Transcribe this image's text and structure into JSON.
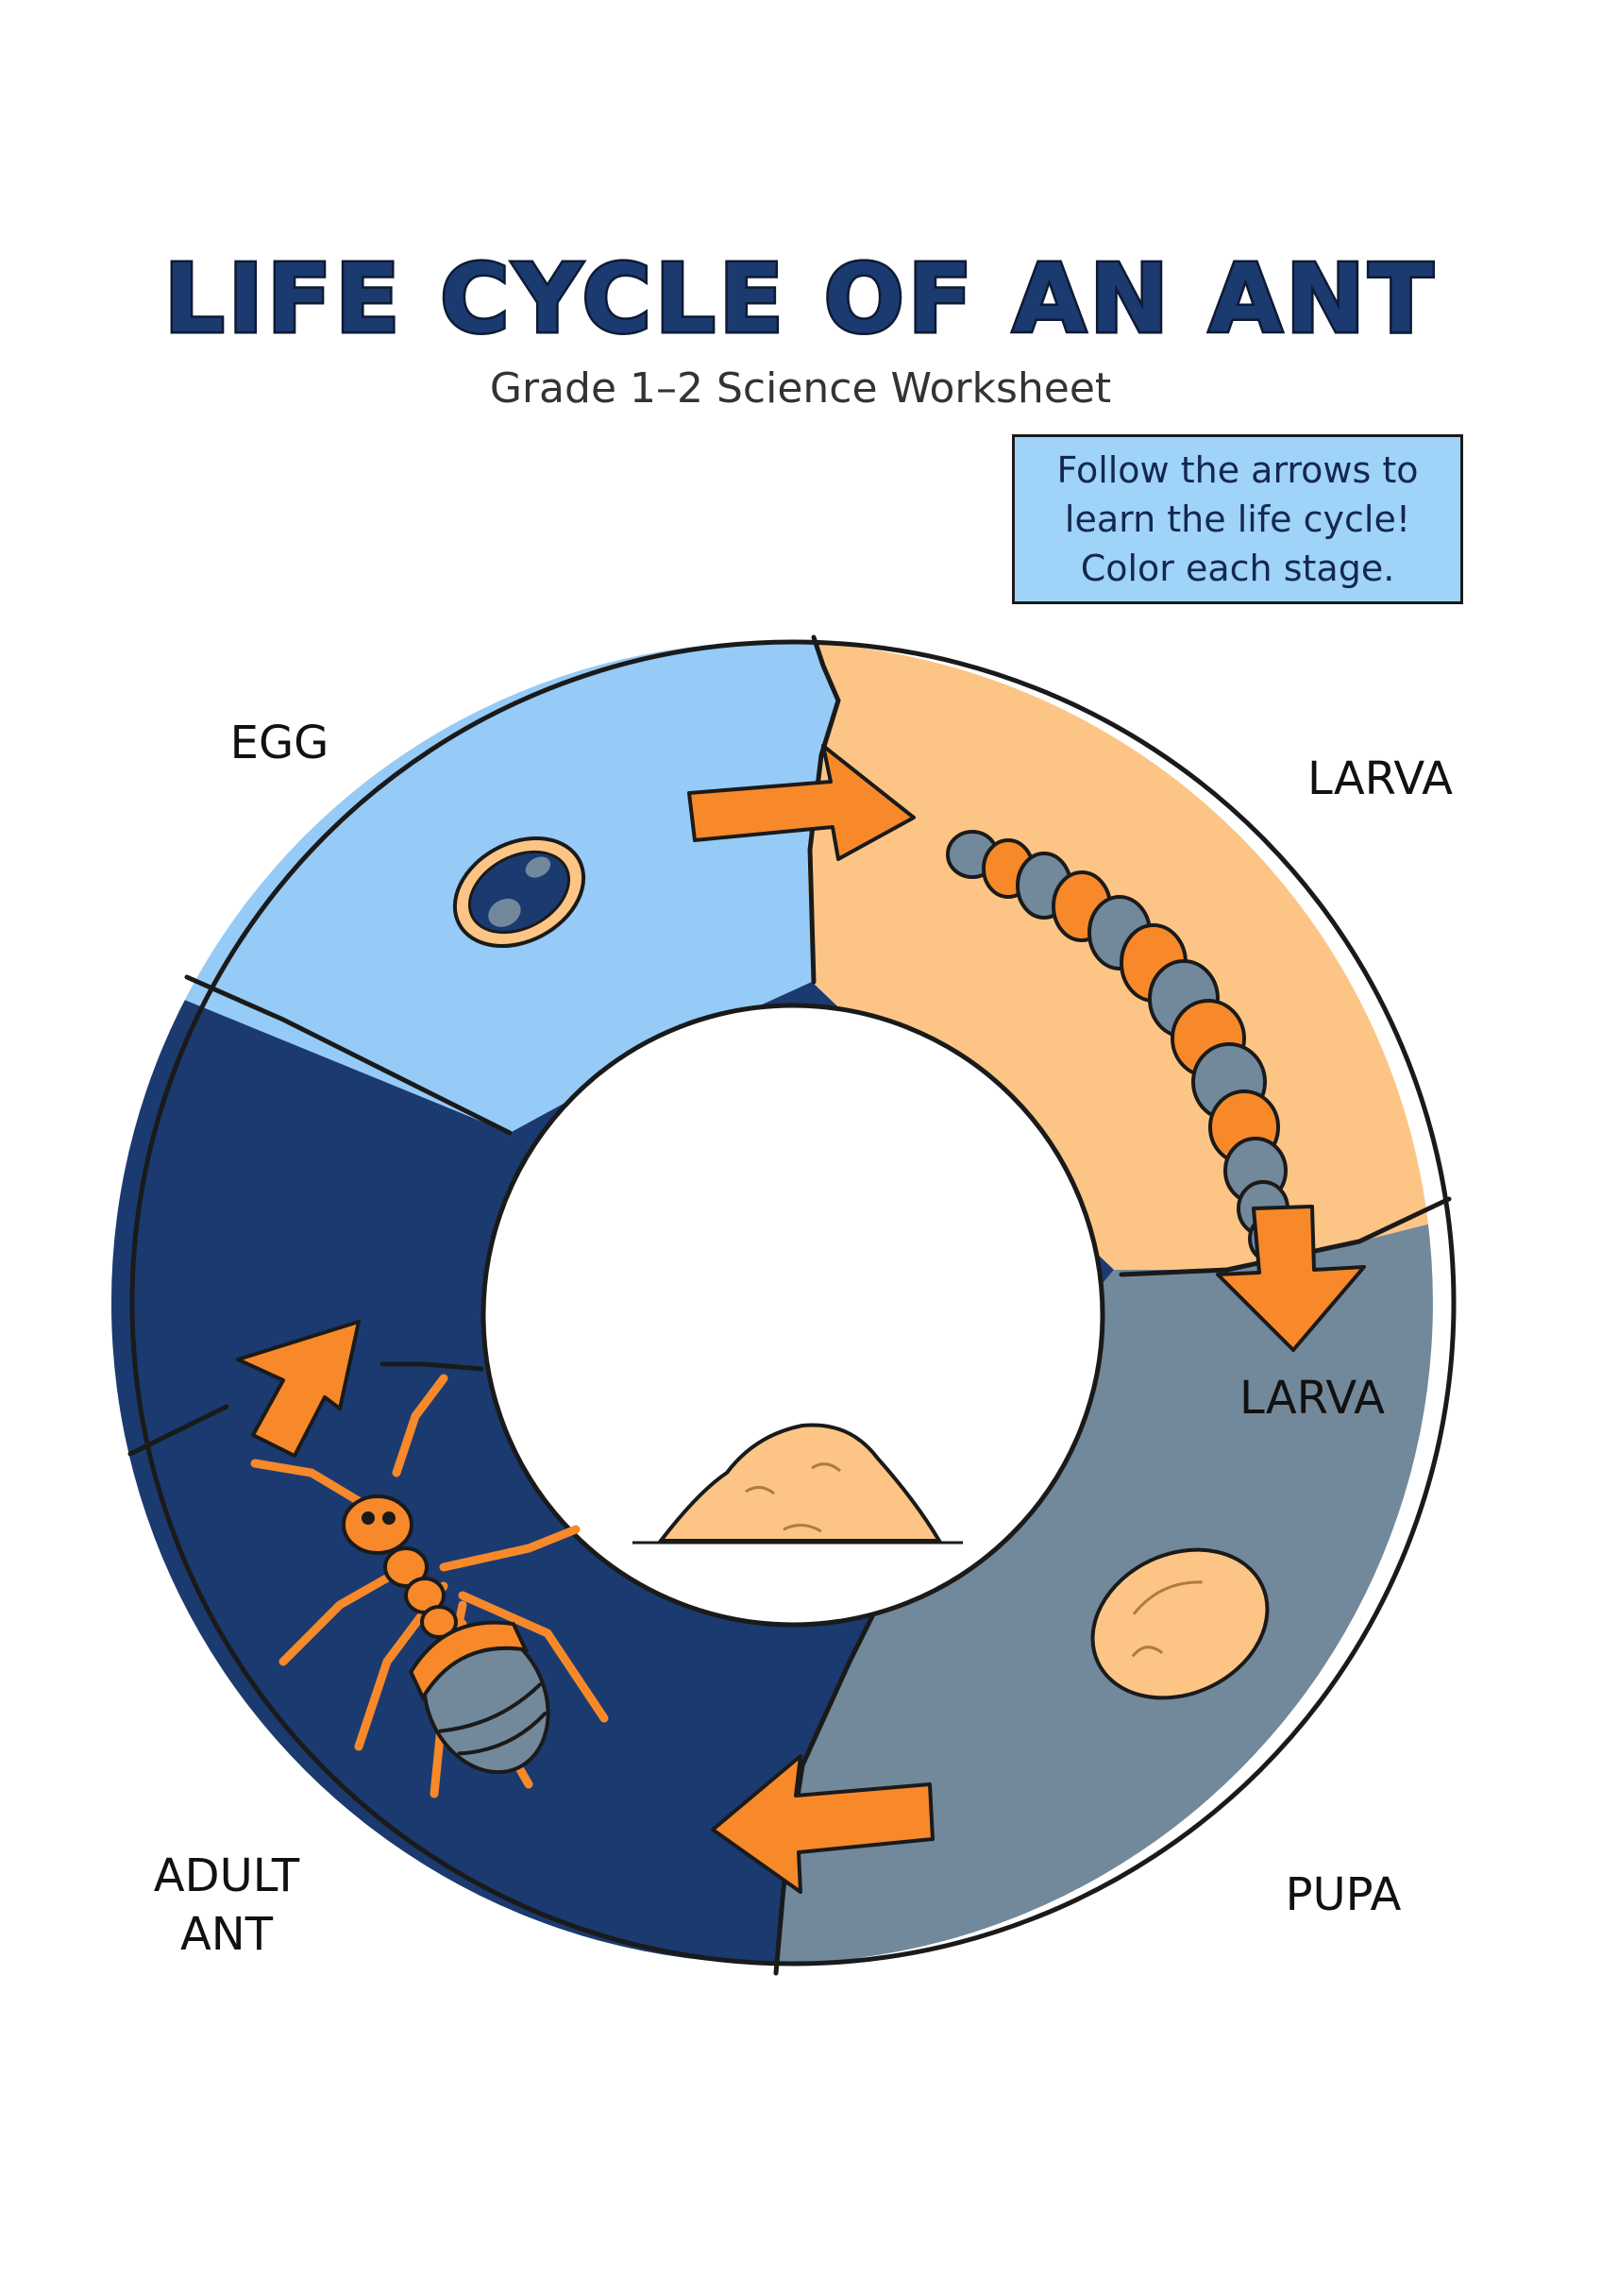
{
  "header": {
    "title": "LIFE CYCLE OF AN ANT",
    "subtitle": "Grade 1–2 Science Worksheet"
  },
  "instruction": {
    "lines": [
      "Follow the arrows to",
      "learn the life cycle!",
      "Color each stage."
    ]
  },
  "stages": [
    {
      "label": "EGG",
      "color": "#95cbf6",
      "icon": "egg-icon"
    },
    {
      "label": "LARVA",
      "color": "#fcc586",
      "icon": "larva-icon"
    },
    {
      "label": "LARVA",
      "color": "#72889b",
      "icon": "mound-icon"
    },
    {
      "label": "PUPA",
      "color": "#72889b",
      "icon": "pupa-icon"
    },
    {
      "label": "ADULT",
      "label2": "ANT",
      "color": "#1a3a70",
      "icon": "ant-icon"
    }
  ],
  "colors": {
    "arrow": "#f7892a",
    "outline": "#1a1a1a",
    "title": "#1a3a70"
  }
}
